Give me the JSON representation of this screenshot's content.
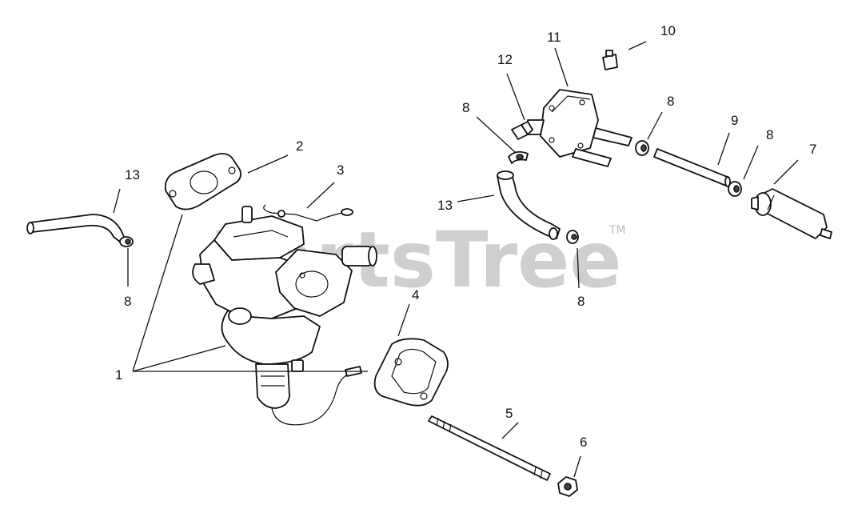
{
  "watermark": {
    "text": "PartsTree",
    "tm": "TM"
  },
  "labels": {
    "l1": "1",
    "l2": "2",
    "l3": "3",
    "l4": "4",
    "l5": "5",
    "l6": "6",
    "l7": "7",
    "l8a": "8",
    "l8b": "8",
    "l8c": "8",
    "l8d": "8",
    "l8e": "8",
    "l9": "9",
    "l10": "10",
    "l11": "11",
    "l12": "12",
    "l13a": "13",
    "l13b": "13"
  },
  "parts": [
    "carburetor-icon",
    "gasket-icon",
    "wire-lead-icon",
    "gasket-icon",
    "stud-icon",
    "nut-icon",
    "fuel-filter-icon",
    "hose-clamp-icon",
    "fuel-line-icon",
    "cap-icon",
    "fuel-pump-icon",
    "screw-icon",
    "fuel-hose-icon"
  ]
}
